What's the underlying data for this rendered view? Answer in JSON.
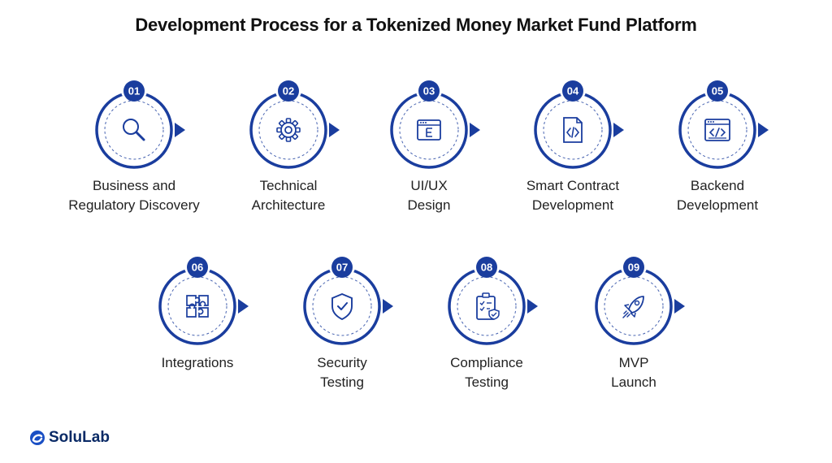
{
  "title": "Development Process for a Tokenized Money Market Fund Platform",
  "accent_color": "#1a3d9e",
  "steps": [
    {
      "number": "01",
      "icon": "search-icon",
      "lines": [
        "Business and",
        "Regulatory Discovery"
      ]
    },
    {
      "number": "02",
      "icon": "gear-icon",
      "lines": [
        "Technical",
        "Architecture"
      ]
    },
    {
      "number": "03",
      "icon": "browser-window-icon",
      "lines": [
        "UI/UX",
        "Design"
      ]
    },
    {
      "number": "04",
      "icon": "code-file-icon",
      "lines": [
        "Smart Contract",
        "Development"
      ]
    },
    {
      "number": "05",
      "icon": "code-window-icon",
      "lines": [
        "Backend",
        "Development"
      ]
    },
    {
      "number": "06",
      "icon": "puzzle-icon",
      "lines": [
        "Integrations"
      ]
    },
    {
      "number": "07",
      "icon": "shield-check-icon",
      "lines": [
        "Security",
        "Testing"
      ]
    },
    {
      "number": "08",
      "icon": "clipboard-check-icon",
      "lines": [
        "Compliance",
        "Testing"
      ]
    },
    {
      "number": "09",
      "icon": "rocket-icon",
      "lines": [
        "MVP",
        "Launch"
      ]
    }
  ],
  "logo": {
    "text": "SoluLab",
    "icon": "solulab-logo-icon"
  }
}
